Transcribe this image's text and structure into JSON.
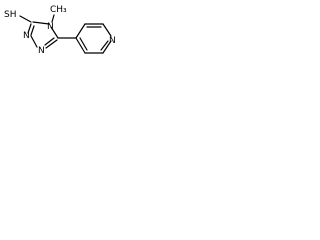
{
  "atoms": {
    "sh": "SH",
    "n_methyl": "N",
    "methyl": "CH₃",
    "n_ring_a": "N",
    "n_ring_b": "N",
    "n_pyridine": "N"
  }
}
